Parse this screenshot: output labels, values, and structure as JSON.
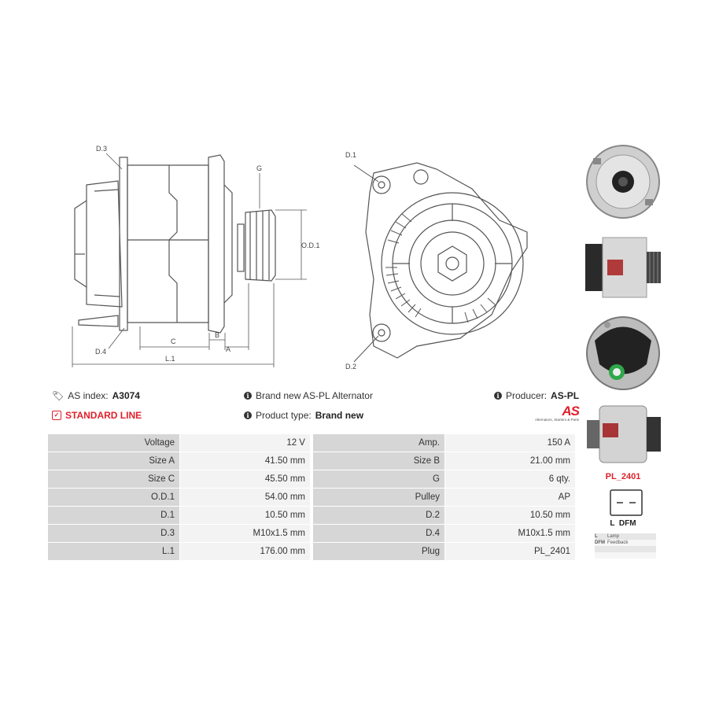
{
  "diagram": {
    "labels": {
      "d3": "D.3",
      "d4": "D.4",
      "d1": "D.1",
      "d2": "D.2",
      "g": "G",
      "od1": "O.D.1",
      "c": "C",
      "b": "B",
      "a": "A",
      "l1": "L.1"
    }
  },
  "info": {
    "as_index_label": "AS index:",
    "as_index_value": "A3074",
    "line": "STANDARD LINE",
    "brand_new": "Brand new AS-PL Alternator",
    "product_type_label": "Product type:",
    "product_type_value": "Brand new",
    "producer_label": "Producer:",
    "producer_value": "AS-PL",
    "logo_text": "AS",
    "logo_tagline": "Alternators, Starters & Parts"
  },
  "specs": [
    {
      "k1": "Voltage",
      "v1": "12 V",
      "k2": "Amp.",
      "v2": "150 A"
    },
    {
      "k1": "Size A",
      "v1": "41.50 mm",
      "k2": "Size B",
      "v2": "21.00 mm"
    },
    {
      "k1": "Size C",
      "v1": "45.50 mm",
      "k2": "G",
      "v2": "6 qty."
    },
    {
      "k1": "O.D.1",
      "v1": "54.00 mm",
      "k2": "Pulley",
      "v2": "AP"
    },
    {
      "k1": "D.1",
      "v1": "10.50 mm",
      "k2": "D.2",
      "v2": "10.50 mm"
    },
    {
      "k1": "D.3",
      "v1": "M10x1.5 mm",
      "k2": "D.4",
      "v2": "M10x1.5 mm"
    },
    {
      "k1": "L.1",
      "v1": "176.00 mm",
      "k2": "Plug",
      "v2": "PL_2401"
    }
  ],
  "plug": {
    "code": "PL_2401",
    "pins_caption": "L  DFM",
    "legend": [
      {
        "code": "L",
        "desc": "Lamp"
      },
      {
        "code": "DFM",
        "desc": "Feedback"
      },
      {
        "code": "",
        "desc": ""
      },
      {
        "code": "",
        "desc": ""
      }
    ]
  },
  "colors": {
    "accent_red": "#e0202b",
    "key_cell": "#d6d6d6",
    "value_cell": "#f3f3f3"
  }
}
